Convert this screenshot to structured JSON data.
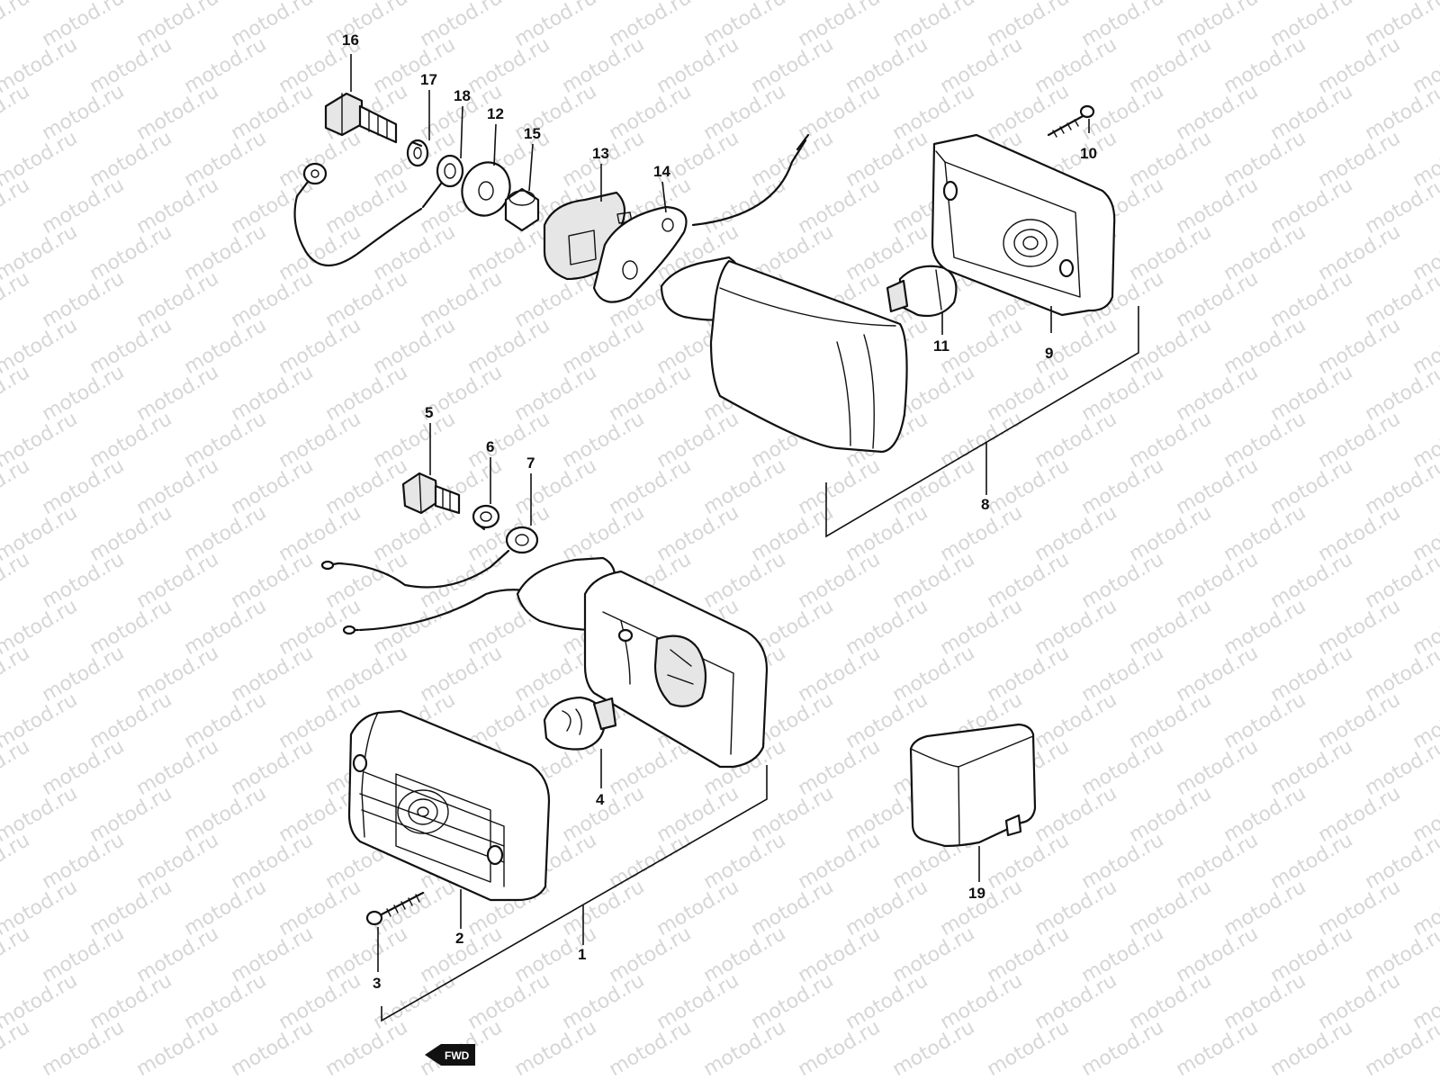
{
  "watermark": {
    "text": "motod.ru",
    "color": "#d6d6d6"
  },
  "labels": {
    "p1": "1",
    "p2": "2",
    "p3": "3",
    "p4": "4",
    "p5": "5",
    "p6": "6",
    "p7": "7",
    "p8": "8",
    "p9": "9",
    "p10": "10",
    "p11": "11",
    "p12": "12",
    "p13": "13",
    "p14": "14",
    "p15": "15",
    "p16": "16",
    "p17": "17",
    "p18": "18",
    "p19": "19"
  },
  "fwd": {
    "text": "FWD"
  },
  "colors": {
    "ink": "#111111",
    "background": "#ffffff"
  }
}
